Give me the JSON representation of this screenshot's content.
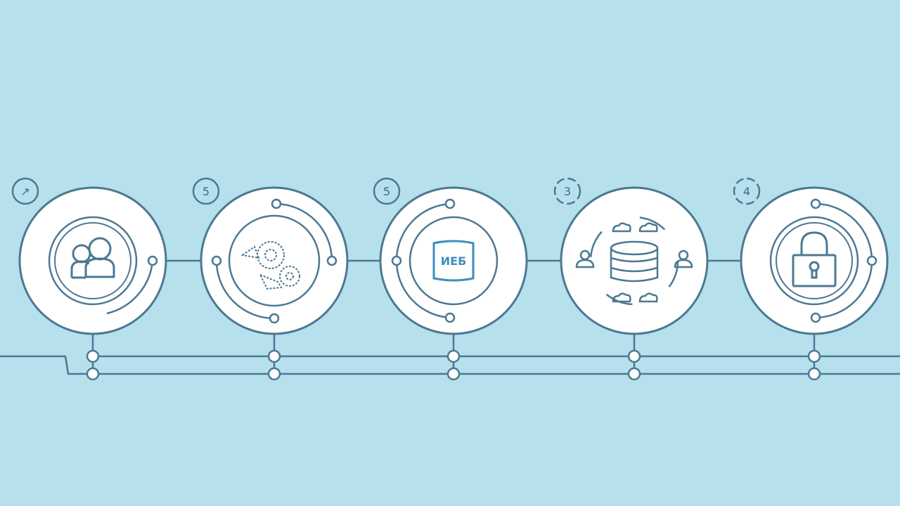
{
  "colors": {
    "background": "#b6e1ec",
    "line": "#4c7893",
    "node_fill": "#ffffff",
    "accent": "#3c8fbe"
  },
  "steps": [
    {
      "badge": "↗",
      "icon": "users-icon"
    },
    {
      "badge": "5",
      "icon": "gears-icon"
    },
    {
      "badge": "5",
      "icon": "document-icon",
      "icon_text": "ИЕБ"
    },
    {
      "badge": "3",
      "icon": "database-sync-icon"
    },
    {
      "badge": "4",
      "icon": "lock-icon"
    }
  ]
}
